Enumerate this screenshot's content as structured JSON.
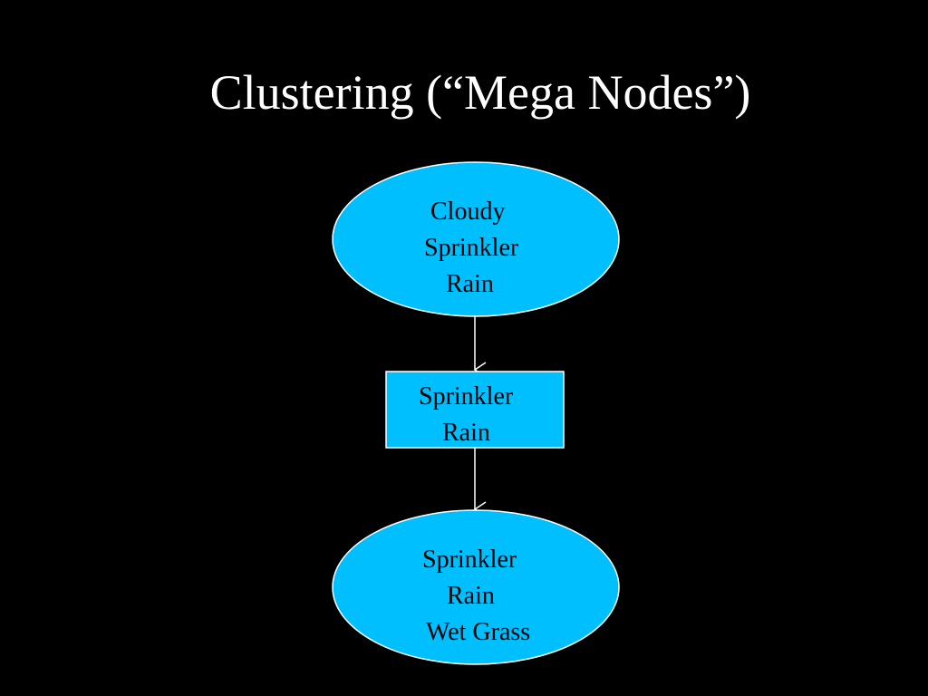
{
  "slide": {
    "title": "Clustering (“Mega Nodes”)"
  },
  "nodes": {
    "top": {
      "shape": "ellipse",
      "lines": [
        "Cloudy",
        "Sprinkler",
        "Rain"
      ]
    },
    "middle": {
      "shape": "rectangle",
      "lines": [
        "Sprinkler",
        "Rain"
      ]
    },
    "bottom": {
      "shape": "ellipse",
      "lines": [
        "Sprinkler",
        "Rain",
        "Wet Grass"
      ]
    }
  },
  "colors": {
    "background": "#000000",
    "node_fill": "#00bfff",
    "node_stroke": "#ffffff",
    "title_text": "#ffffff",
    "node_text": "#000000",
    "arrow": "#ffffff"
  }
}
